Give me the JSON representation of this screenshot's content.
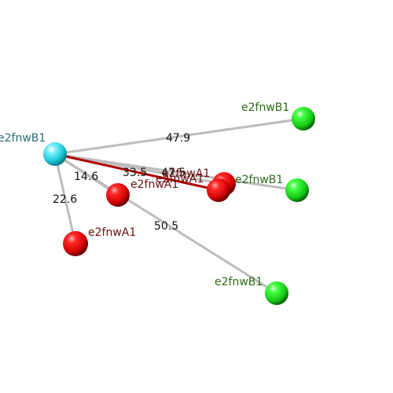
{
  "colors": {
    "background": "#ffffff",
    "center_atom": "#2fd6e6",
    "chain_a_atom": "#e00000",
    "chain_b_atom": "#22dd22",
    "label_center": "#2a6b74",
    "label_chain_a": "#6b1111",
    "label_chain_b": "#2e6b1a",
    "distance_label": "#111111",
    "bond": "#c8c8c8",
    "bond_highlight": "#b00000"
  },
  "atoms": [
    {
      "id": "center",
      "label": "e2fnwB1",
      "kind": "center"
    },
    {
      "id": "b_top",
      "label": "e2fnwB1",
      "kind": "chain_b"
    },
    {
      "id": "b_mid",
      "label": "e2fnwB1",
      "kind": "chain_b"
    },
    {
      "id": "b_low",
      "label": "e2fnwB1",
      "kind": "chain_b"
    },
    {
      "id": "a_near",
      "label": "e2fnwA1",
      "kind": "chain_a"
    },
    {
      "id": "a_left",
      "label": "e2fnwA1",
      "kind": "chain_a"
    },
    {
      "id": "a_far1",
      "label": "e2fnwA1",
      "kind": "chain_a"
    },
    {
      "id": "a_far2",
      "label": "e2fnwA1",
      "kind": "chain_a"
    }
  ],
  "distances": [
    {
      "to": "b_top",
      "value": "47.9"
    },
    {
      "to": "a_near",
      "value": "14.6"
    },
    {
      "to": "a_left",
      "value": "22.6"
    },
    {
      "to": "b_low",
      "value": "50.5"
    },
    {
      "to": "a_far1",
      "value": "33.5"
    },
    {
      "to": "a_far2",
      "value": "47.5"
    },
    {
      "to": "b_mid",
      "value": "47.5"
    }
  ]
}
